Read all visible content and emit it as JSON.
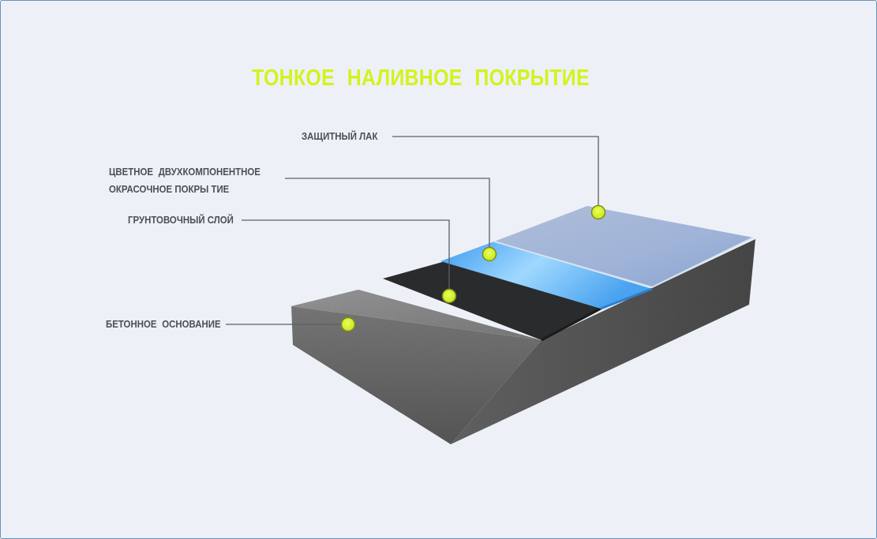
{
  "title": "ТОНКОЕ НАЛИВНОЕ ПОКРЫТИЕ",
  "layers": [
    {
      "id": "lacquer",
      "label_lines": [
        "ЗАЩИТНЫЙ ЛАК"
      ]
    },
    {
      "id": "paint",
      "label_lines": [
        "ЦВЕТНОЕ ДВУХКОМПОНЕНТНОЕ",
        "ОКРАСОЧНОЕ ПОКРЫ ТИЕ"
      ]
    },
    {
      "id": "primer",
      "label_lines": [
        "ГРУНТОВОЧНЫЙ СЛОЙ"
      ]
    },
    {
      "id": "concrete",
      "label_lines": [
        "БЕТОННОЕ ОСНОВАНИЕ"
      ]
    }
  ],
  "colors": {
    "accent": "#d4f21d",
    "label_text": "#4a4f57",
    "leader_line": "#5a5f66",
    "background": "#edf1f7",
    "border": "#6b8fb8"
  }
}
